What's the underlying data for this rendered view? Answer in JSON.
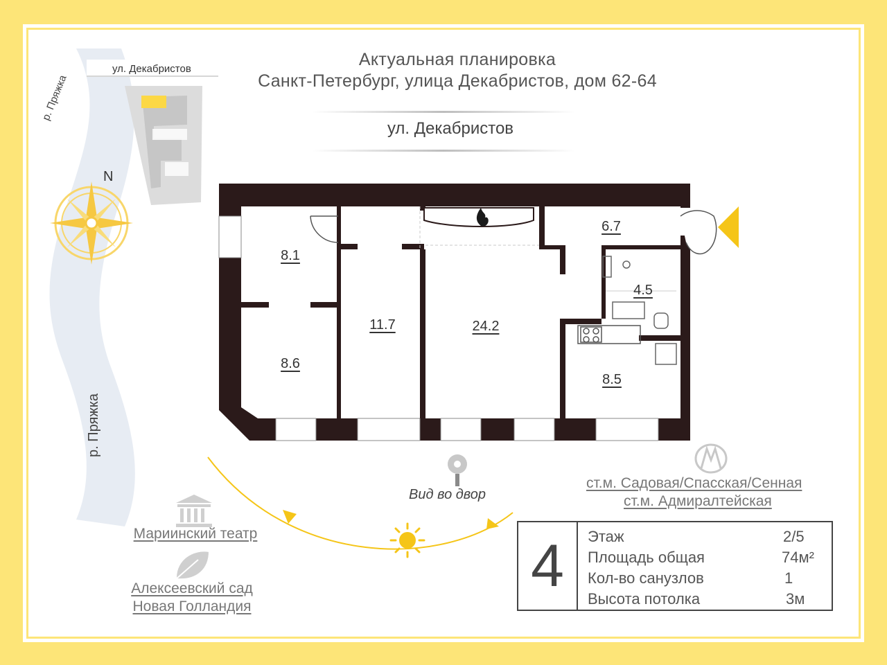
{
  "header": {
    "title_line1": "Актуальная планировка",
    "title_line2": "Санкт-Петербург, улица Декабристов, дом 62-64"
  },
  "street_name": "ул. Декабристов",
  "minimap": {
    "street_label": "ул. Декабристов",
    "river_label": "р. Пряжка"
  },
  "river_label_main": "р. Пряжка",
  "compass": {
    "north_label": "N"
  },
  "rooms": [
    {
      "id": "room-8-1",
      "area": "8.1"
    },
    {
      "id": "room-8-6",
      "area": "8.6"
    },
    {
      "id": "room-11-7",
      "area": "11.7"
    },
    {
      "id": "room-24-2",
      "area": "24.2"
    },
    {
      "id": "room-6-7",
      "area": "6.7"
    },
    {
      "id": "room-4-5",
      "area": "4.5"
    },
    {
      "id": "room-8-5",
      "area": "8.5"
    }
  ],
  "view_label": "Вид во двор",
  "metro": {
    "line1": "ст.м. Садовая/Спасская/Сенная",
    "line2": "ст.м. Адмиралтейская"
  },
  "landmarks": {
    "theatre": "Мариинский театр",
    "garden_line1": "Алексеевский сад",
    "garden_line2": "Новая Голландия"
  },
  "info": {
    "apartment_number": "4",
    "rows": [
      {
        "label": "Этаж",
        "value": "2/5"
      },
      {
        "label": "Площадь общая",
        "value": "74м²"
      },
      {
        "label": "Кол-во санузлов",
        "value": "1"
      },
      {
        "label": "Высота потолка",
        "value": "3м"
      }
    ]
  },
  "colors": {
    "accent_yellow": "#fde578",
    "wall": "#2b1a1a",
    "sun": "#f6c21b"
  }
}
